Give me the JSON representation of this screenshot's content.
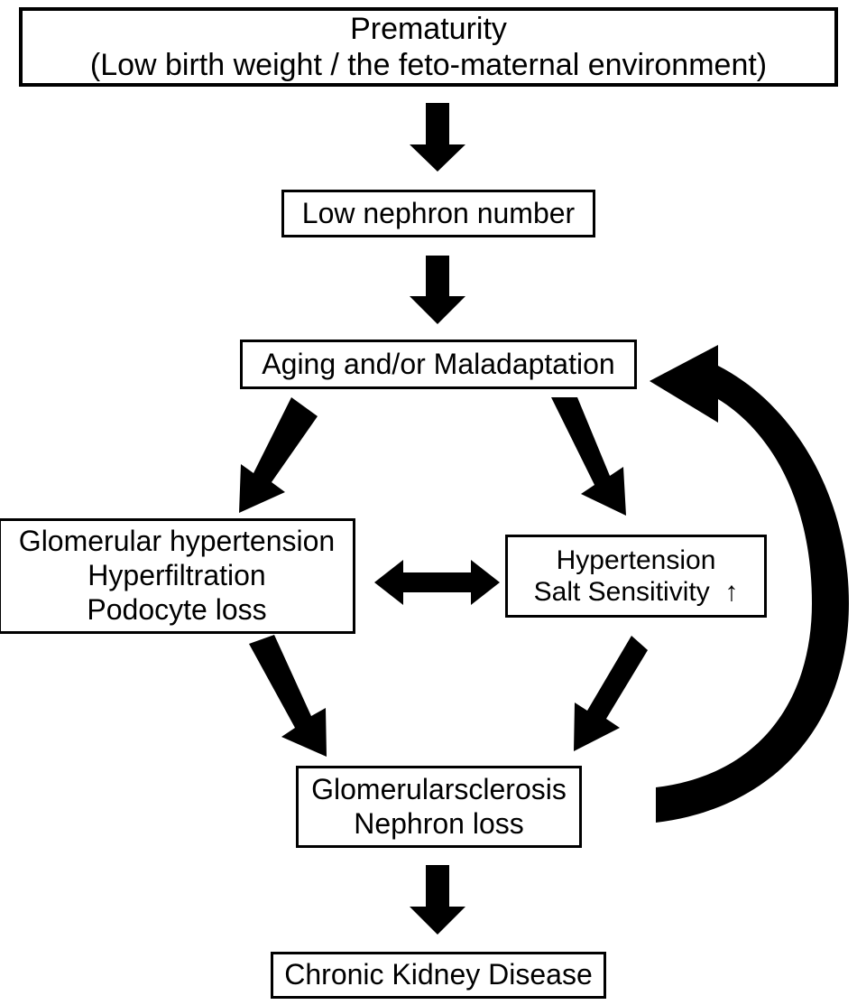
{
  "figure": {
    "kind": "flowchart",
    "title": "Prematurity to Chronic Kidney Disease pathway",
    "background_color": "#ffffff",
    "stroke_color": "#000000"
  },
  "nodes": {
    "prematurity": {
      "line1": "Prematurity",
      "line2": "(Low birth weight / the feto-maternal environment)"
    },
    "low_nephron_number": {
      "line1": "Low nephron number"
    },
    "aging_maladaptation": {
      "line1": "Aging and/or Maladaptation"
    },
    "glomerular_hypertension": {
      "line1": "Glomerular hypertension",
      "line2": "Hyperfiltration",
      "line3": "Podocyte loss"
    },
    "hypertension_salt_sensitivity": {
      "line1": "Hypertension",
      "line2": "Salt Sensitivity  ↑"
    },
    "glomerulosclerosis": {
      "line1": "Glomerularsclerosis",
      "line2": "Nephron loss"
    },
    "chronic_kidney_disease": {
      "line1": "Chronic Kidney Disease"
    }
  },
  "connectors": [
    {
      "id": "prematurity-to-low-nephron",
      "name": "arrow-down-prematurity-to-low-nephron",
      "from": "prematurity",
      "to": "low_nephron_number",
      "style": "straight-down",
      "heads": "single"
    },
    {
      "id": "low-nephron-to-aging",
      "name": "arrow-down-low-nephron-to-aging",
      "from": "low_nephron_number",
      "to": "aging_maladaptation",
      "style": "straight-down",
      "heads": "single"
    },
    {
      "id": "aging-to-glomerular-hypertension",
      "name": "arrow-diagonal-aging-to-glomerular-hypertension",
      "from": "aging_maladaptation",
      "to": "glomerular_hypertension",
      "style": "diagonal-down-left",
      "heads": "single"
    },
    {
      "id": "aging-to-hypertension",
      "name": "arrow-diagonal-aging-to-hypertension",
      "from": "aging_maladaptation",
      "to": "hypertension_salt_sensitivity",
      "style": "diagonal-down-right",
      "heads": "single"
    },
    {
      "id": "glomerular-hypertension-to-hypertension",
      "name": "arrow-double-headed-horizontal",
      "from": "glomerular_hypertension",
      "to": "hypertension_salt_sensitivity",
      "style": "horizontal",
      "heads": "double"
    },
    {
      "id": "glomerular-hypertension-to-sclerosis",
      "name": "arrow-diagonal-glomerular-hypertension-to-sclerosis",
      "from": "glomerular_hypertension",
      "to": "glomerulosclerosis",
      "style": "diagonal-down-right",
      "heads": "single"
    },
    {
      "id": "hypertension-to-sclerosis",
      "name": "arrow-diagonal-hypertension-to-sclerosis",
      "from": "hypertension_salt_sensitivity",
      "to": "glomerulosclerosis",
      "style": "diagonal-down-left",
      "heads": "single"
    },
    {
      "id": "sclerosis-to-ckd",
      "name": "arrow-down-sclerosis-to-ckd",
      "from": "glomerulosclerosis",
      "to": "chronic_kidney_disease",
      "style": "straight-down",
      "heads": "single"
    },
    {
      "id": "sclerosis-feedback-to-aging",
      "name": "arrow-curved-feedback-sclerosis-to-aging",
      "from": "glomerulosclerosis",
      "to": "aging_maladaptation",
      "style": "curved-feedback-loop",
      "heads": "single"
    }
  ]
}
